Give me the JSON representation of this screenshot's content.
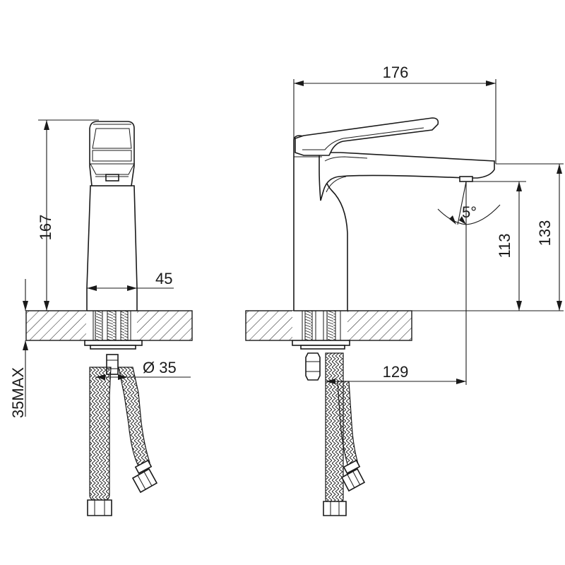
{
  "dimensions": {
    "front_height": "167",
    "base_width": "45",
    "thread_diameter": "Ø 35",
    "max_counter": "35MAX",
    "overall_length": "176",
    "angle": "5°",
    "spout_height": "113",
    "total_height": "133",
    "reach": "129"
  },
  "colors": {
    "line": "#1a1a1a",
    "background": "#ffffff"
  }
}
